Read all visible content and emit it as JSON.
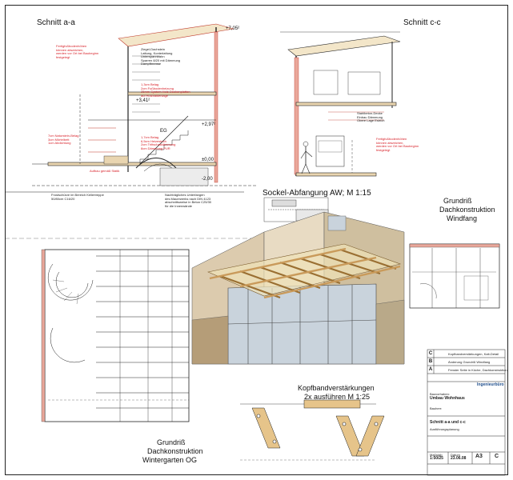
{
  "sheet": {
    "titles": {
      "section_aa": "Schnitt a-a",
      "section_cc": "Schnitt c-c",
      "plinth": "Sockel-Abfangung AW; M 1:15",
      "plan_windfang_1": "Grundriß",
      "plan_windfang_2": "Dachkonstruktion",
      "plan_windfang_3": "Windfang",
      "plan_og_1": "Grundriß",
      "plan_og_2": "Dachkonstruktion",
      "plan_og_3": "Wintergarten OG",
      "kopfband_1": "Kopfbandverstärkungen",
      "kopfband_2": "2x ausführen  M 1:25"
    },
    "section_aa_labels": {
      "eg": "EG",
      "level_1": "+7,05²",
      "level_2": "+3,41²",
      "level_3": "+2,97²",
      "level_4": "±0,00",
      "level_5": "-2,00"
    },
    "notes": {
      "red_1": "Fertigfußbodenhöhen\nkönnen abweichen,\nwerden vor Ort bei Baubeginn\nfestgelegt",
      "red_2": "1,3cm Belag\n2cm Fußbodenheizung\n25mm System Holz-Deckenplatten\nauf Holzbalkenlage",
      "red_3": "1,7cm Belag\n6,5cm Heizestrich\n2cm Trittschalldämmung\n8cm Dämmung PUR",
      "red_4": "7cm Naturstein-Belag\n3cm Mörtelbett\n1cm Abdichtung",
      "red_5": "Aufbau gemäß Statik",
      "red_6": "Fertigfußbodenhöhen\nkönnen abweichen,\nwerden vor Ort bei Baubeginn\nfestgelegt",
      "blk_1": "Ziegel-Dachstein\nLattung, Konterlattung\nUnterspannbahn\nSparren 8/20 mit Dämmung\nDampfbremse",
      "blk_2": "Frostschürze im Bereich Kellertreppe\n50/80cm C16/20",
      "blk_3": "Nachträgliches Unterfangen\ndes Mauerwerks nach DIN 4123\nabschnittsweise in Beton C25/30\nfür die Innenwände",
      "blk_4": "Stahlbeton-Decke\nEinbau Dämmung\nObere Lage Estrich"
    },
    "title_block": {
      "rev_c": "C",
      "rev_b": "B",
      "rev_a": "A",
      "rev_c_text": "Kopfbandverstärkungen, Kalt-Detail",
      "rev_b_text": "Änderung Grundriß Windfang",
      "rev_a_text": "Fenster Seite in Küche, Dachkonstruktion",
      "office": "Ingenieurbüro",
      "project_label": "Bauvorhaben:",
      "project": "Umbau Wohnhaus",
      "client_label": "Bauherr:",
      "drawing_title": "Schnitt a-a und c-c",
      "drawing_sub": "Ausführungsplanung",
      "scale_label": "Maßstab",
      "scale": "1:50/25",
      "date_label": "Datum",
      "date": "23.06.08",
      "format": "A3",
      "index": "C"
    },
    "colors": {
      "line": "#222222",
      "red": "#d8222a",
      "wood": "#e6c48a",
      "wood_dark": "#b98b4e",
      "wall": "#d9cbb2",
      "glass": "#c9d3dc",
      "roof": "#f0e2b8"
    }
  }
}
